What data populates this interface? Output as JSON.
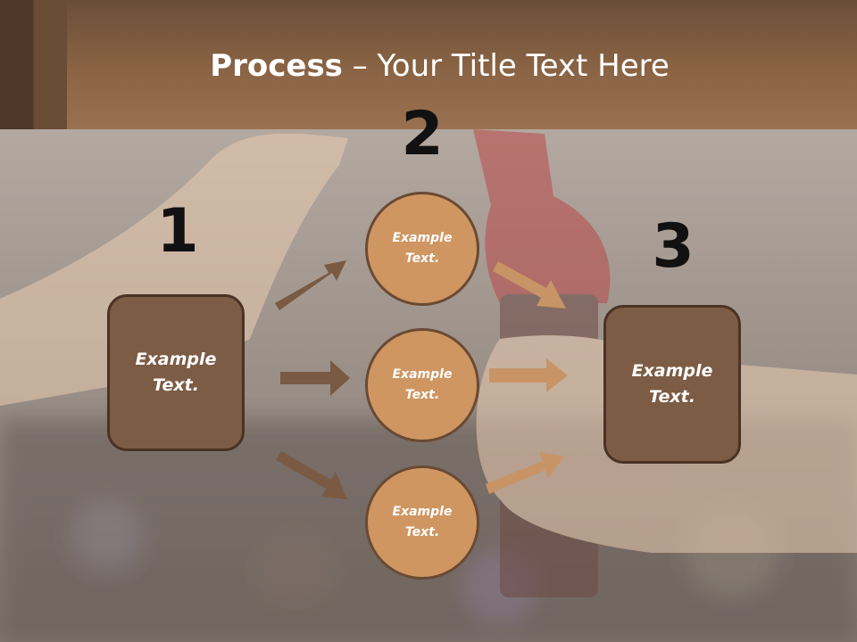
{
  "slide": {
    "title_bold": "Process",
    "title_rest": " – Your Title Text Here",
    "steps": [
      "1",
      "2",
      "3"
    ],
    "left_box_text": "Example Text.",
    "right_box_text": "Example Text.",
    "circles": [
      "Example Text.",
      "Example Text.",
      "Example Text."
    ]
  },
  "colors": {
    "header": "#8a6444",
    "box_fill": "#7c5c45",
    "circle_fill": "#cf9662",
    "dark_arrow": "#7a5a42",
    "light_arrow": "#c89466"
  }
}
